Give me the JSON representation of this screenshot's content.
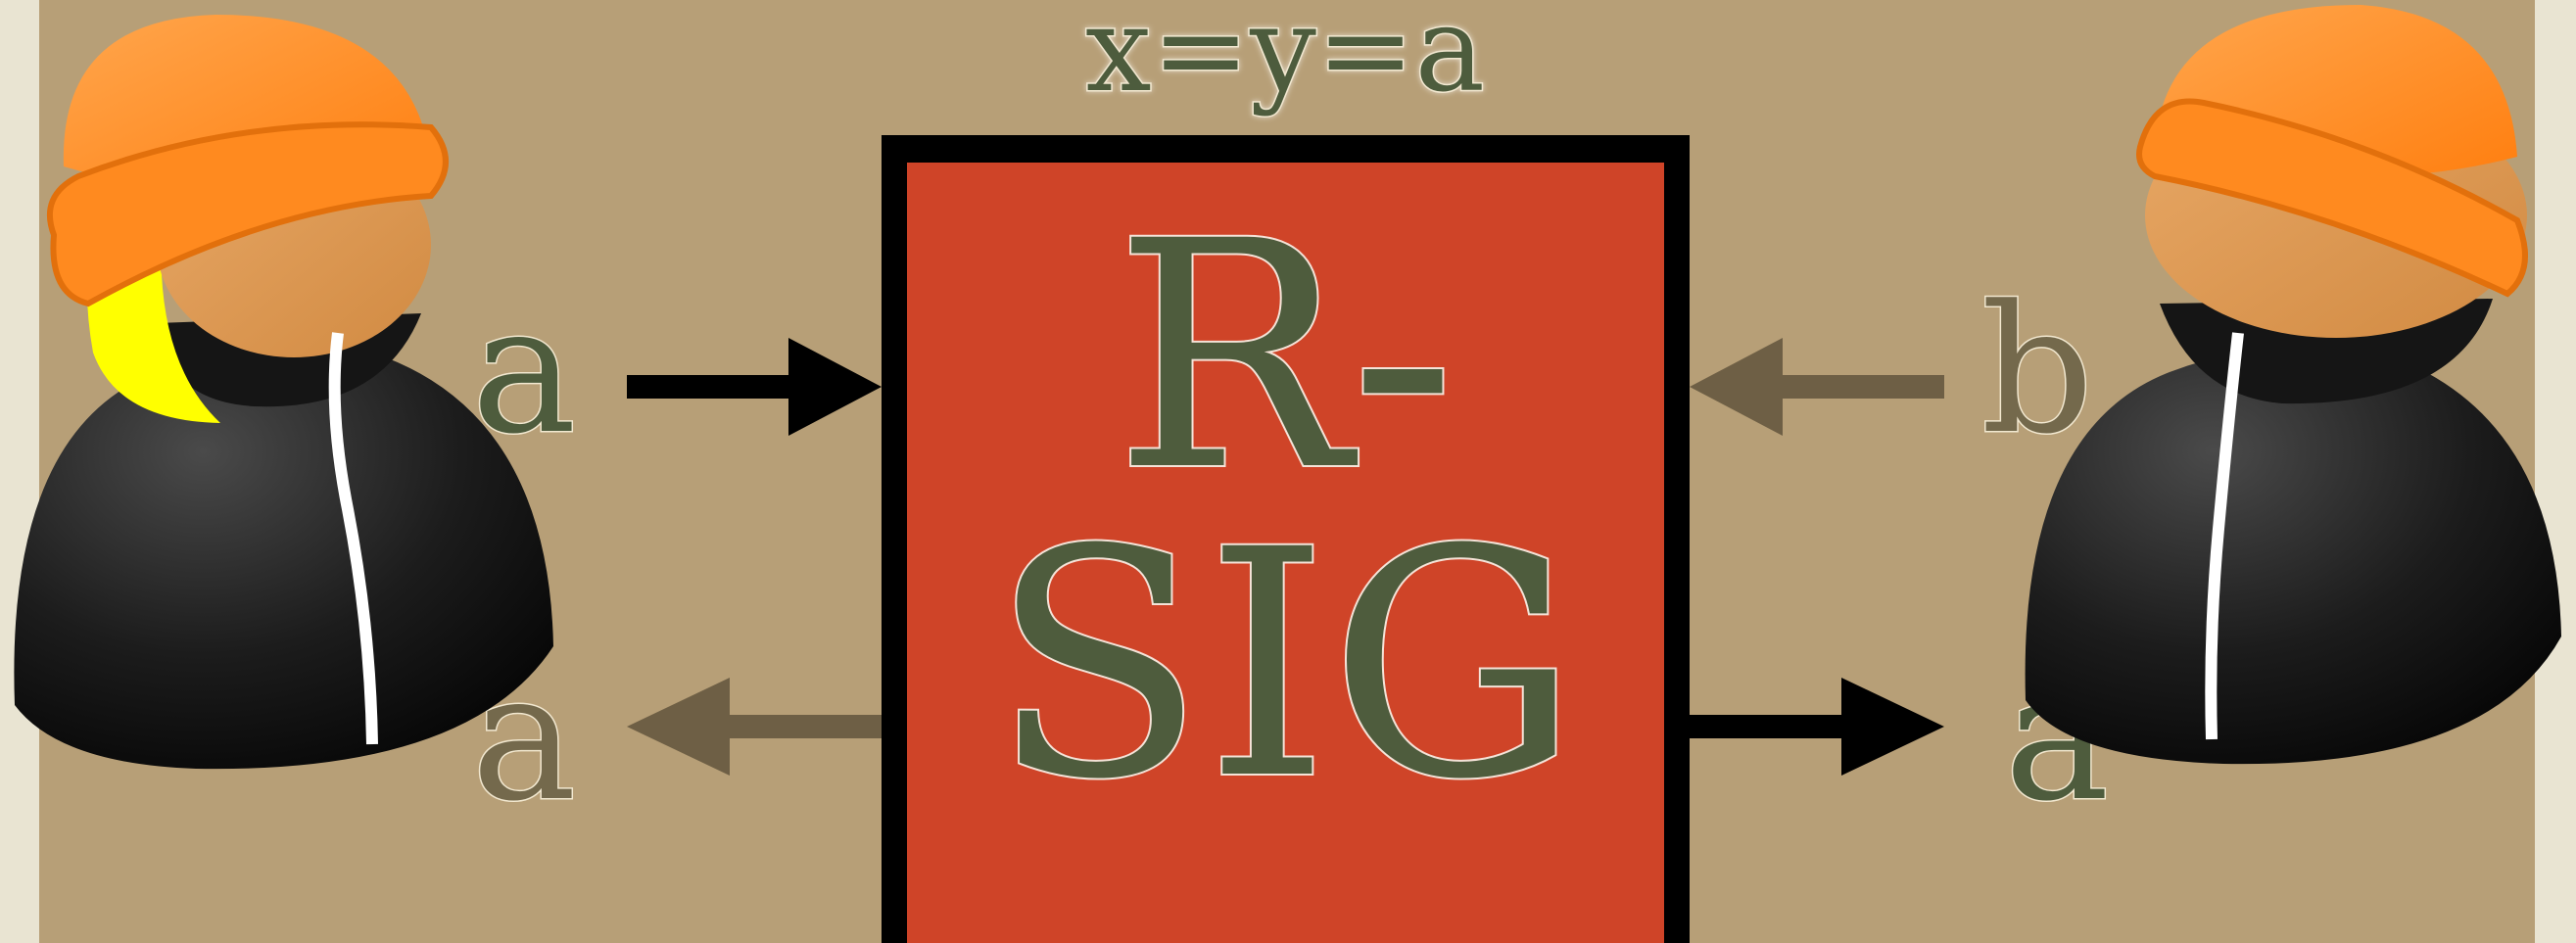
{
  "diagram": {
    "formula": "x=y=a",
    "box_label_line1": "R-",
    "box_label_line2": "SIG",
    "left_input": "a",
    "left_output": "a",
    "right_input": "b",
    "right_output": "a"
  },
  "colors": {
    "background": "#b79f77",
    "frame": "#e9e4d2",
    "box_fill": "#cf4428",
    "box_border": "#000000",
    "text": "#4e5c3d",
    "faded_text": "#74694c",
    "faded_arrow": "#6e5f45",
    "hat": "#ff8a1f",
    "skin": "#dd9550",
    "hair": "#ffff00",
    "jacket": "#1f1f1f"
  },
  "icons": {
    "left_person": "person-with-hat-and-hair-icon",
    "right_person": "person-with-hat-icon"
  }
}
